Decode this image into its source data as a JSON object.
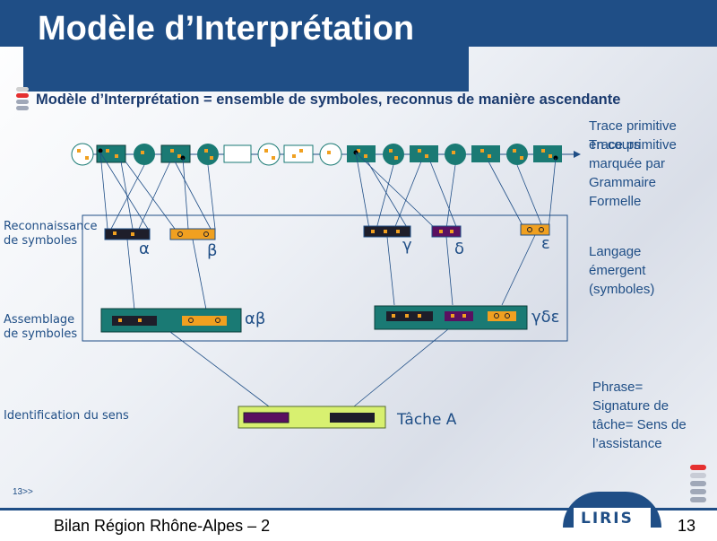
{
  "slide": {
    "title": "Modèle d’Interprétation",
    "subtitle": "Modèle d’Interprétation = ensemble de symboles, reconnus de manière ascendante",
    "page_number": "13",
    "footer": "Bilan Région Rhône-Alpes – 2",
    "slide_link": "13>>"
  },
  "labels": {
    "recognition": "Reconnaissance de symboles",
    "assembly": "Assemblage de symboles",
    "identification": "Identification du sens"
  },
  "notes": {
    "trace_running": "Trace primitive en cours",
    "trace_marked": "Trace primitive marquée par Grammaire Formelle",
    "language": "Langage émergent (symboles)",
    "sentence": "Phrase= Signature de tâche= Sens de l’assistance"
  },
  "symbols": {
    "alpha": "α",
    "beta": "β",
    "gamma": "γ",
    "delta": "δ",
    "epsilon": "ε",
    "alpha_beta": "αβ",
    "gamma_delta_epsilon": "γδε",
    "task": "Tâche A"
  },
  "logo": {
    "text": "LIRIS"
  },
  "colors": {
    "accent": "#1f4e86",
    "teal": "#1a7a74",
    "orange": "#f0a020",
    "purple": "#5a1060",
    "lime": "#d8f070"
  }
}
